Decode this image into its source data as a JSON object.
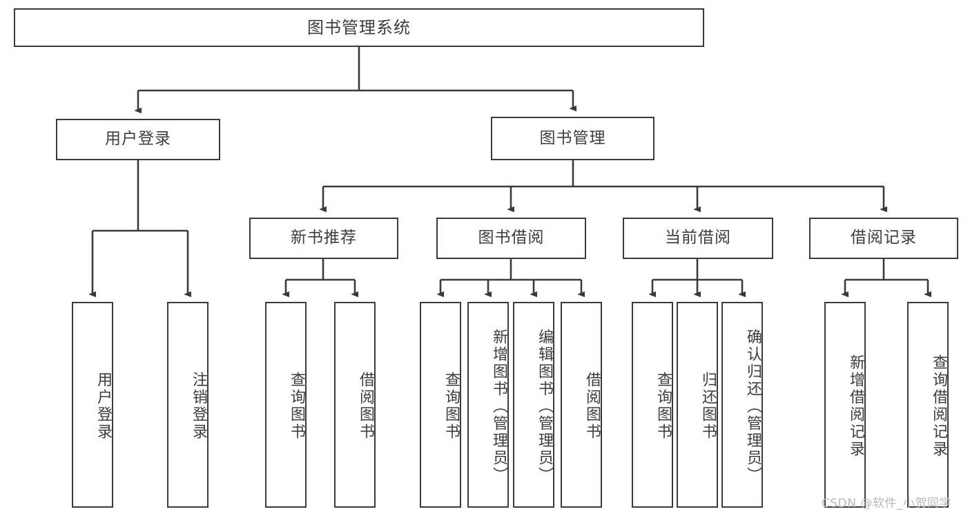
{
  "diagram": {
    "type": "tree",
    "title": "图书管理系统",
    "root": {
      "label": "图书管理系统"
    },
    "level2": [
      {
        "label": "用户登录"
      },
      {
        "label": "图书管理"
      }
    ],
    "level3": [
      {
        "label": "新书推荐"
      },
      {
        "label": "图书借阅"
      },
      {
        "label": "当前借阅"
      },
      {
        "label": "借阅记录"
      }
    ],
    "leaves": {
      "user_login": [
        {
          "label": "用户登录"
        },
        {
          "label": "注销登录"
        }
      ],
      "new_book": [
        {
          "label": "查询图书"
        },
        {
          "label": "借阅图书"
        }
      ],
      "book_borrow": [
        {
          "label": "查询图书"
        },
        {
          "label": "新增图书（管理员）"
        },
        {
          "label": "编辑图书（管理员）"
        },
        {
          "label": "借阅图书"
        }
      ],
      "current_borrow": [
        {
          "label": "查询图书"
        },
        {
          "label": "归还图书"
        },
        {
          "label": "确认归还（管理员）"
        }
      ],
      "borrow_record": [
        {
          "label": "新增借阅记录"
        },
        {
          "label": "查询借阅记录"
        }
      ]
    }
  },
  "watermark": {
    "text": "CSDN @软件_小贺同学"
  },
  "colors": {
    "border": "#3a3a3a",
    "text": "#3c3c3c",
    "background": "#ffffff",
    "watermark": "#b8b8b8"
  }
}
